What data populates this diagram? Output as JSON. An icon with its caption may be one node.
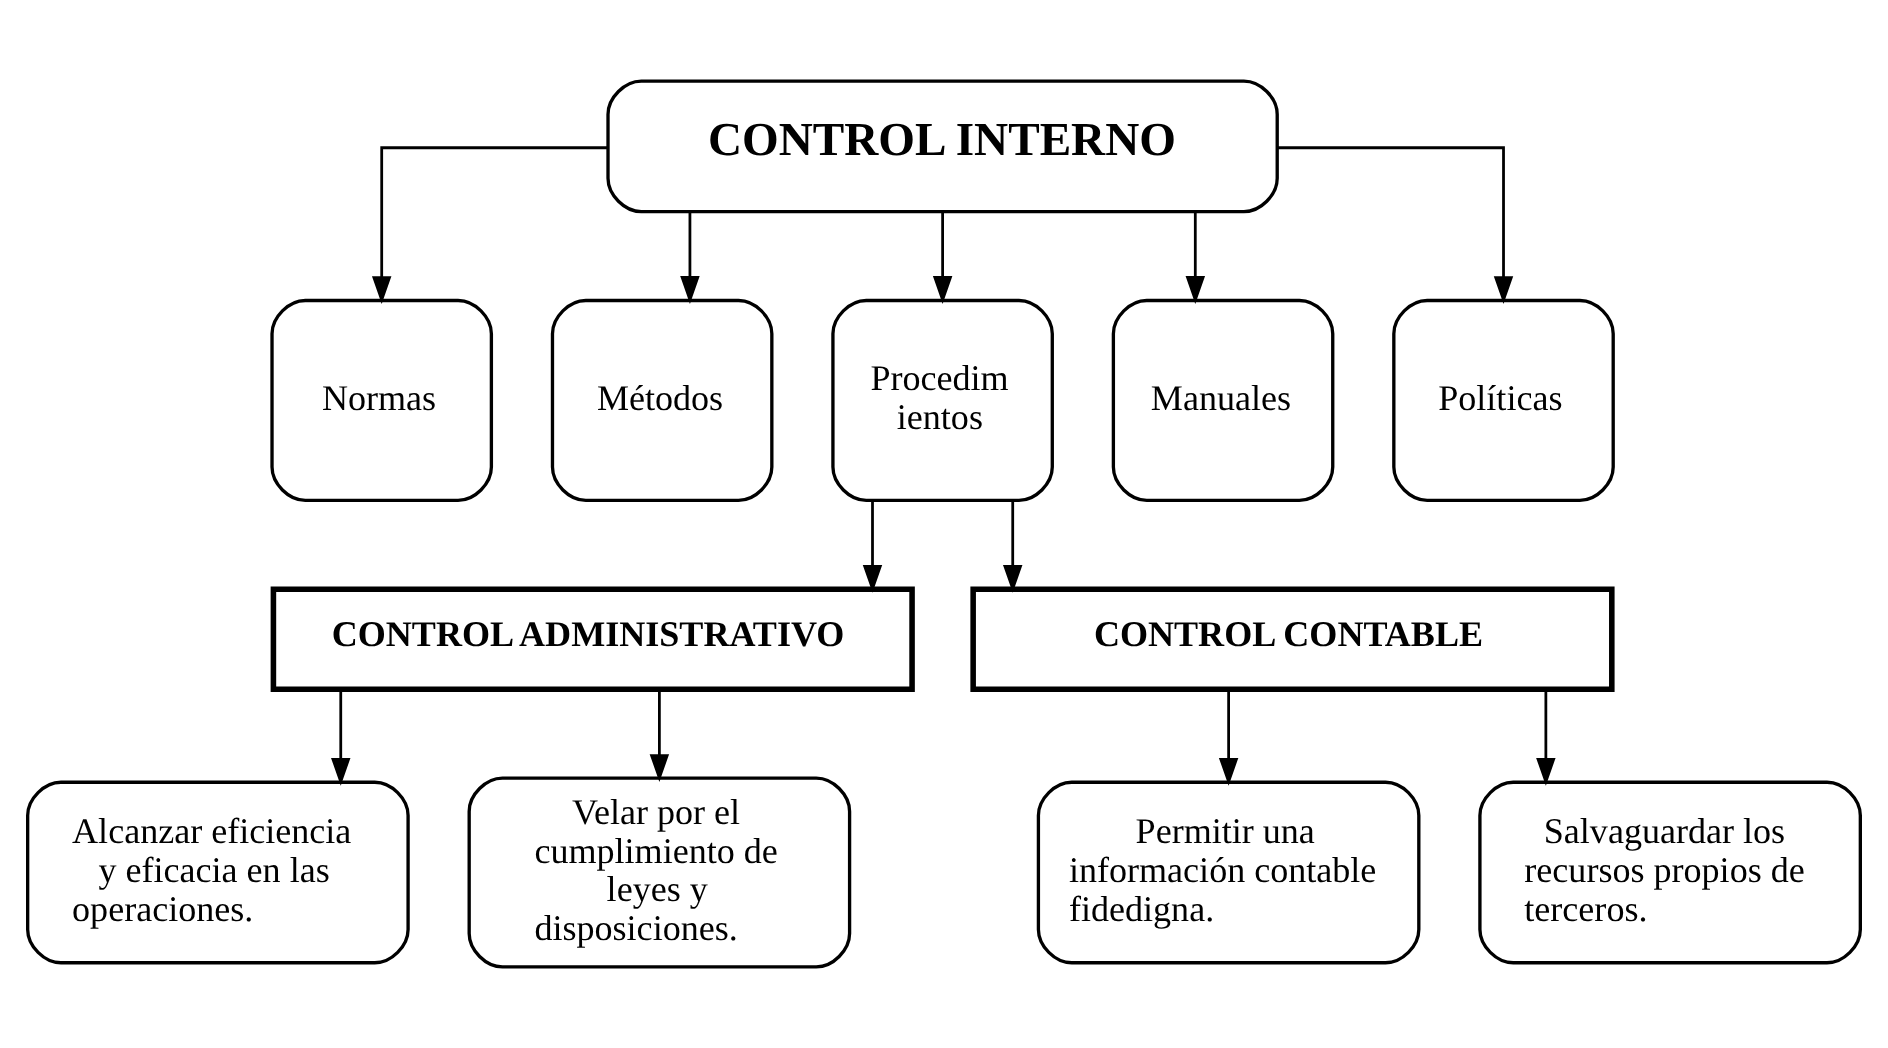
{
  "diagram": {
    "nodes": [
      {
        "text": [
          "CONTROL INTERNO"
        ]
      },
      {
        "text": [
          "Normas"
        ]
      },
      {
        "text": [
          "Métodos"
        ]
      },
      {
        "text": [
          "Procedim ientos"
        ]
      },
      {
        "text": [
          "Manuales"
        ]
      },
      {
        "text": [
          "Políticas"
        ]
      },
      {
        "text": [
          "CONTROL ADMINISTRATIVO"
        ]
      },
      {
        "text": [
          "CONTROL CONTABLE"
        ]
      },
      {
        "text": [
          "Alcanzar eficiencia y eficacia en las operaciones."
        ]
      },
      {
        "text": [
          "Velar por el cumplimiento de leyes y disposiciones."
        ]
      },
      {
        "text": [
          "Permitir una información contable fidedigna."
        ]
      },
      {
        "text": [
          "Salvaguardar los recursos propios de terceros."
        ]
      }
    ],
    "edges": [
      {
        "from": 0,
        "to": 1,
        "arrow": "to"
      },
      {
        "from": 0,
        "to": 2,
        "arrow": "to"
      },
      {
        "from": 0,
        "to": 3,
        "arrow": "to"
      },
      {
        "from": 0,
        "to": 4,
        "arrow": "to"
      },
      {
        "from": 0,
        "to": 5,
        "arrow": "to"
      },
      {
        "from": 3,
        "to": 6,
        "arrow": "to"
      },
      {
        "from": 3,
        "to": 7,
        "arrow": "to"
      },
      {
        "from": 6,
        "to": 8,
        "arrow": "to"
      },
      {
        "from": 6,
        "to": 9,
        "arrow": "to"
      },
      {
        "from": 7,
        "to": 10,
        "arrow": "to"
      },
      {
        "from": 7,
        "to": 11,
        "arrow": "to"
      }
    ]
  }
}
